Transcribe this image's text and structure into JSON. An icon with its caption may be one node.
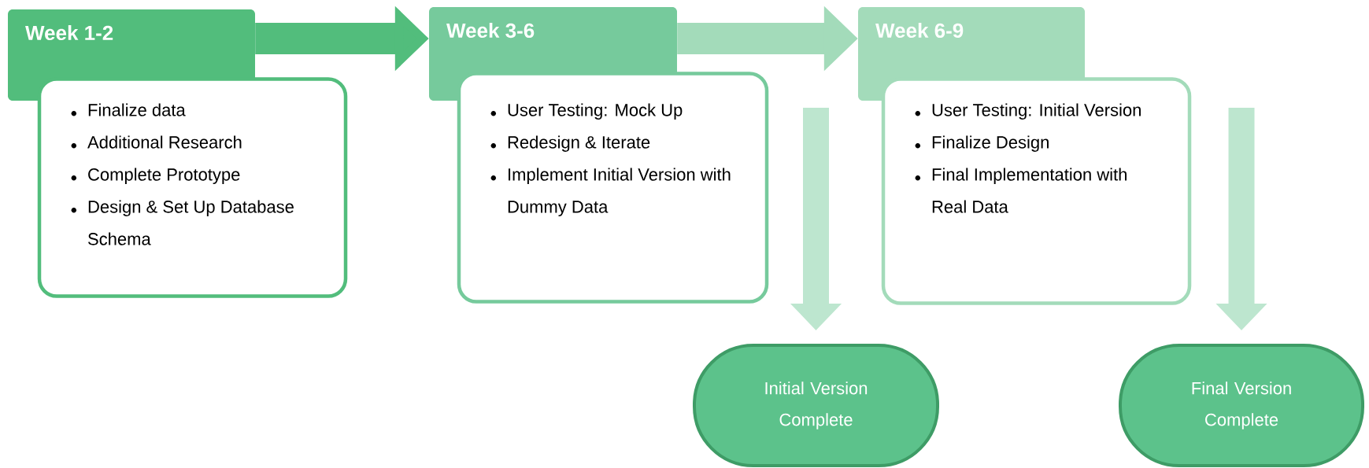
{
  "diagram": {
    "nodes": [
      {
        "text": [
          "Week 1-2"
        ]
      },
      {
        "text": [
          "Finalize data",
          "Additional Research",
          "Complete Prototype",
          "Design & Set Up Database Schema"
        ]
      },
      {
        "text": [
          "Week 3-6"
        ]
      },
      {
        "text": [
          "User Testing: Mock Up",
          "Redesign & Iterate",
          "Implement Initial Version with Dummy Data"
        ]
      },
      {
        "text": [
          "Week 6-9"
        ]
      },
      {
        "text": [
          "User Testing: Initial Version",
          "Finalize Design",
          "Final Implementation with Real Data"
        ]
      },
      {
        "text": [
          "Initial Version Complete"
        ]
      },
      {
        "text": [
          "Final Version Complete"
        ]
      }
    ],
    "edges": [
      {
        "from": 0,
        "to": 2,
        "arrow": "to",
        "color": "#52bd7c"
      },
      {
        "from": 2,
        "to": 4,
        "arrow": "to",
        "color": "#a3dbba"
      },
      {
        "from": null,
        "to": 6,
        "arrow": "to",
        "color": "#bde6cf"
      },
      {
        "from": null,
        "to": 7,
        "arrow": "to",
        "color": "#bde6cf"
      }
    ]
  }
}
